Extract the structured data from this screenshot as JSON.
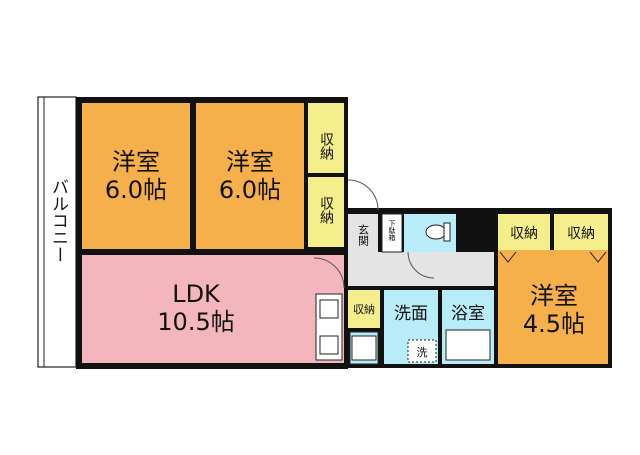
{
  "floorplan": {
    "balcony": "バルコニー",
    "rooms": {
      "western_room_1": {
        "name": "洋室",
        "size": "6.0帖"
      },
      "western_room_2": {
        "name": "洋室",
        "size": "6.0帖"
      },
      "ldk": {
        "name": "LDK",
        "size": "10.5帖"
      },
      "western_room_3": {
        "name": "洋室",
        "size": "4.5帖"
      },
      "washroom": {
        "name": "洗面"
      },
      "bathroom": {
        "name": "浴室"
      },
      "entrance": {
        "name": "玄関"
      },
      "shoe_box": {
        "name": "下駄箱"
      },
      "washer": {
        "name": "洗"
      }
    },
    "storage": {
      "closet_1": "収納",
      "closet_2": "収納",
      "closet_3": "収納",
      "closet_4": "収納",
      "closet_5": "収納"
    },
    "colors": {
      "western_room": "#f5b04c",
      "ldk": "#f4b6bd",
      "water_area": "#b8ecf8",
      "storage": "#f4ef8c",
      "corridor": "#e4e4e4",
      "wall": "#111111"
    }
  }
}
